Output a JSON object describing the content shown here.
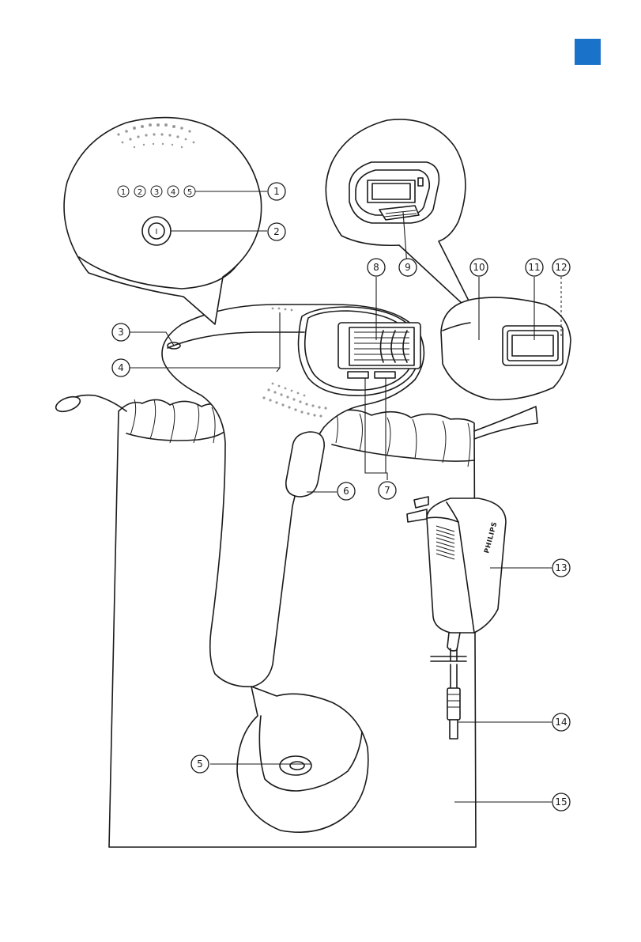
{
  "accent_color": "#1a73c8",
  "brand_label": "PHILIPS",
  "power_symbol": "I",
  "intensity_levels": [
    "1",
    "2",
    "3",
    "4",
    "5"
  ],
  "callouts": [
    "1",
    "2",
    "3",
    "4",
    "5",
    "6",
    "7",
    "8",
    "9",
    "10",
    "11",
    "12",
    "13",
    "14",
    "15"
  ]
}
